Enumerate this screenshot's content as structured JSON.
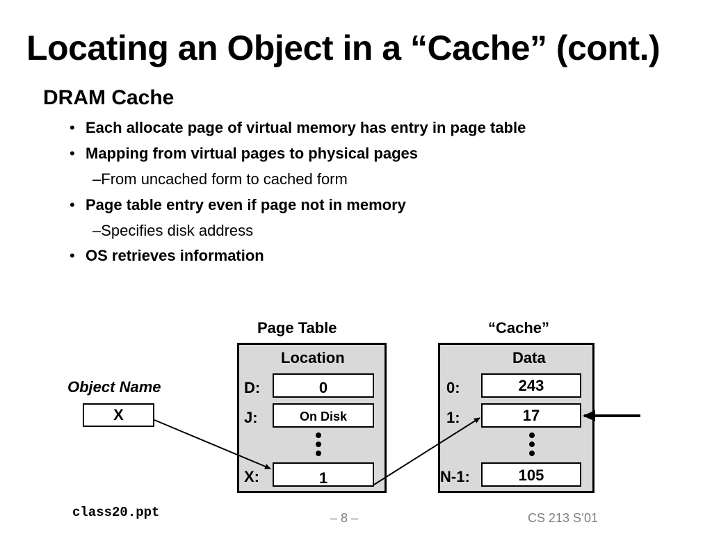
{
  "title": "Locating an Object in a “Cache” (cont.)",
  "section": "DRAM Cache",
  "bullets": [
    {
      "text": "Each allocate page of virtual memory has entry in page table",
      "sub": ""
    },
    {
      "text": "Mapping from virtual pages to physical pages",
      "sub": "From uncached form to cached form"
    },
    {
      "text": "Page table entry even if page not in memory",
      "sub": "Specifies disk address"
    },
    {
      "text": "OS retrieves information",
      "sub": ""
    }
  ],
  "bullet_glyph": "•",
  "sub_glyph": "–",
  "diagram": {
    "object_name_label": "Object Name",
    "object_value": "X",
    "page_table": {
      "title": "Page Table",
      "column": "Location",
      "rows": [
        {
          "key": "D:",
          "value": "0"
        },
        {
          "key": "J:",
          "value": "On Disk"
        },
        {
          "key": "X:",
          "value": "1"
        }
      ]
    },
    "cache": {
      "title": "“Cache”",
      "column": "Data",
      "rows": [
        {
          "key": "0:",
          "value": "243"
        },
        {
          "key": "1:",
          "value": "17"
        },
        {
          "key": "N-1:",
          "value": "105"
        }
      ]
    }
  },
  "footer": {
    "file": "class20.ppt",
    "page": "– 8 –",
    "course": "CS 213 S’01"
  }
}
